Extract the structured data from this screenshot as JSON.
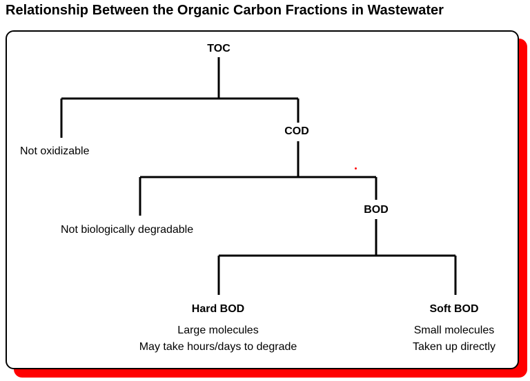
{
  "title": "Relationship Between the Organic Carbon Fractions in Wastewater",
  "colors": {
    "shadow": "#ff0000",
    "line": "#000000",
    "panel": "#ffffff"
  },
  "nodes": {
    "toc": "TOC",
    "not_oxidizable": "Not oxidizable",
    "cod": "COD",
    "not_biodegradable": "Not biologically degradable",
    "bod": "BOD",
    "hard_bod": "Hard BOD",
    "hard_bod_desc": [
      "Large molecules",
      "May take hours/days to degrade"
    ],
    "soft_bod": "Soft BOD",
    "soft_bod_desc": [
      "Small molecules",
      "Taken up directly"
    ]
  }
}
